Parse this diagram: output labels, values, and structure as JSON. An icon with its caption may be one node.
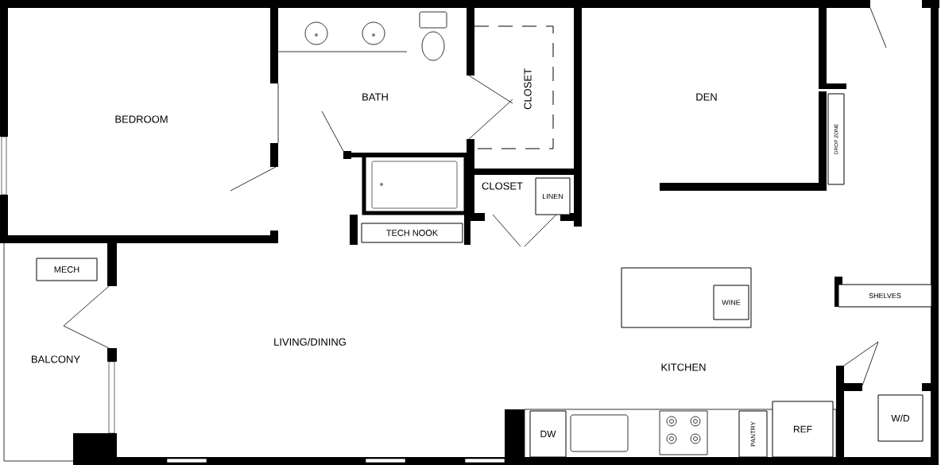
{
  "diagram": {
    "nodes": [
      {
        "text": [
          "MECH"
        ]
      },
      {
        "text": [
          "TECH NOOK"
        ]
      },
      {
        "text": [
          "LINEN"
        ]
      },
      {
        "text": [
          "DROP ZONE"
        ]
      },
      {
        "text": [],
        "shape": "box"
      },
      {
        "text": [
          "WINE"
        ],
        "in": 4
      },
      {
        "text": [
          "SHELVES"
        ]
      },
      {
        "text": [
          "DW"
        ]
      },
      {
        "text": [
          "PANTRY"
        ]
      },
      {
        "text": [
          "REF"
        ]
      },
      {
        "text": [
          "W/D"
        ]
      }
    ],
    "labels": [
      "BEDROOM",
      "BATH",
      "CLOSET",
      "DEN",
      "CLOSET",
      "LIVING/DINING",
      "BALCONY",
      "KITCHEN"
    ]
  }
}
